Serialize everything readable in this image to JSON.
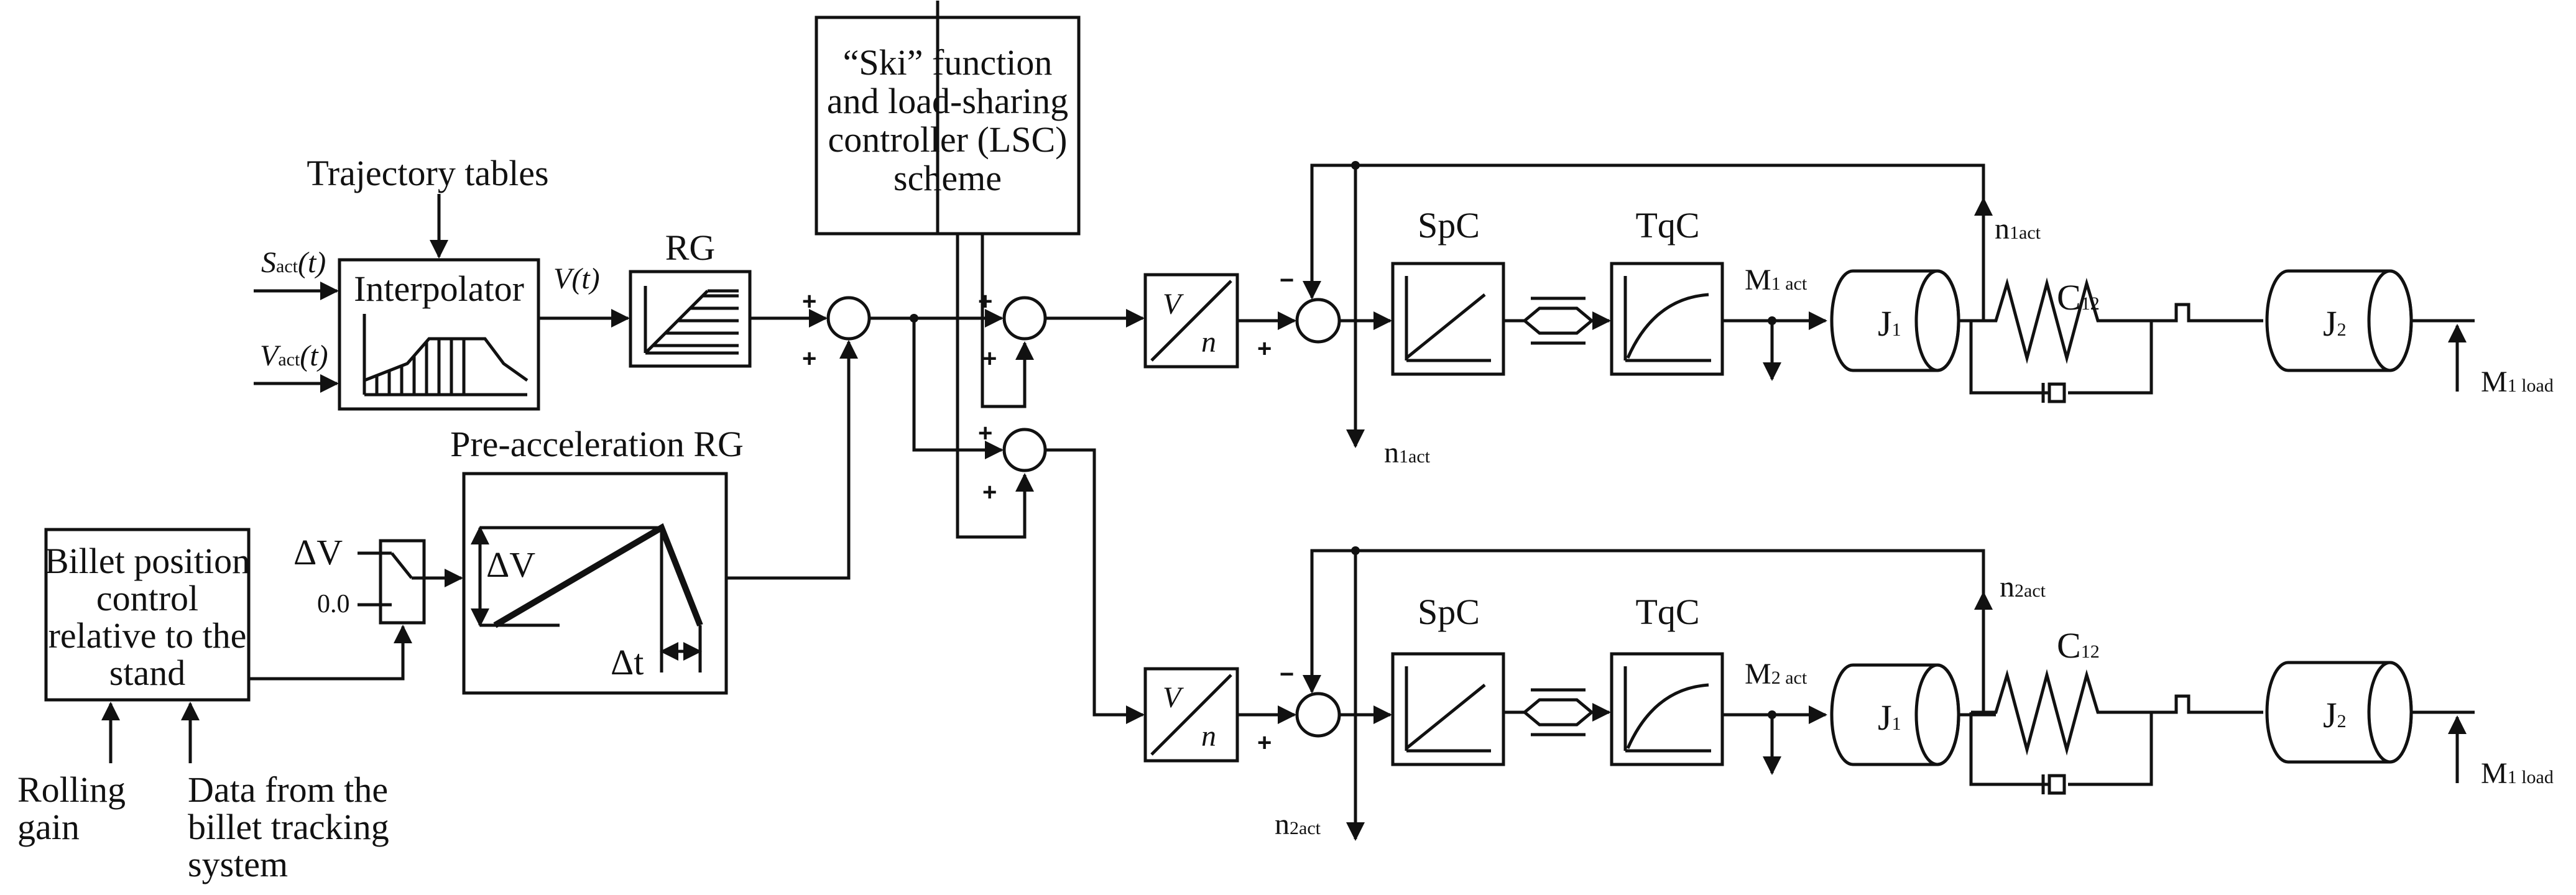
{
  "labels": {
    "ski_line1": "“Ski” function",
    "ski_line2": "and load-sharing",
    "ski_line3": "controller (LSC)",
    "ski_line4": "scheme",
    "trajectory_tables": "Trajectory tables",
    "s_act_main": "S",
    "s_act_sub": "act",
    "s_act_arg": "(t)",
    "v_act_main": "V",
    "v_act_sub": "act",
    "v_act_arg": "(t)",
    "interpolator": "Interpolator",
    "vt": "V(t)",
    "rg": "RG",
    "pre_accel_rg": "Pre-acceleration RG",
    "delta_v_big": "ΔV",
    "delta_t": "Δt",
    "delta_v_switch": "ΔV",
    "zero": "0.0",
    "billet_line1": "Billet position",
    "billet_line2": "control",
    "billet_line3": "relative to the",
    "billet_line4": "stand",
    "rolling_line1": "Rolling",
    "rolling_line2": "gain",
    "data_line1": "Data from the",
    "data_line2": "billet tracking",
    "data_line3": "system",
    "vn_v": "V",
    "vn_n": "n",
    "spc": "SpC",
    "tqc": "TqC",
    "m1act_main": "M",
    "m1act_sub": "1 act",
    "m2act_main": "M",
    "m2act_sub": "2 act",
    "j": "J",
    "j1_sub": "1",
    "j2_sub": "2",
    "c": "C",
    "c12_sub": "12",
    "n_main": "n",
    "n1act_sub": "1act",
    "n2act_sub": "2act",
    "mload_main": "M",
    "mload_sub": "1 load",
    "plus": "+",
    "minus": "−"
  }
}
